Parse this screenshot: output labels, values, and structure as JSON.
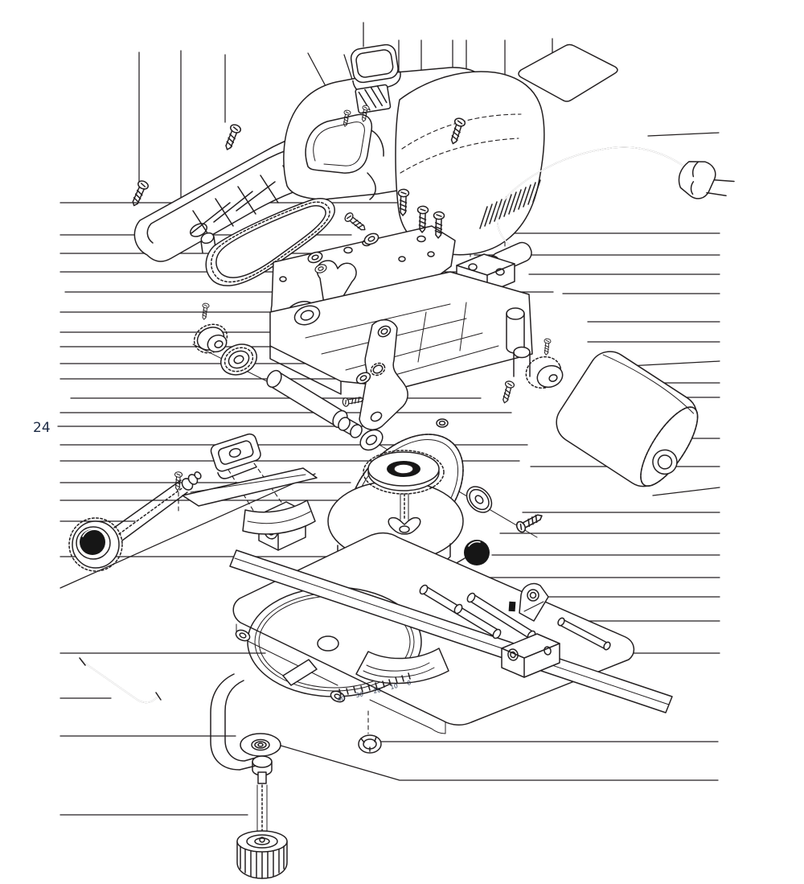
{
  "diagram": {
    "kind": "exploded-parts-diagram",
    "description": "Line-art exploded view of a small bench cut-off saw with leader lines",
    "colors": {
      "line": "#231f20",
      "background": "#ffffff",
      "label_text": "#1d2b45"
    },
    "labels": {
      "part_24": "24"
    },
    "angle_scale": {
      "ticks": [
        "40",
        "30",
        "20",
        "10",
        "0"
      ]
    }
  }
}
